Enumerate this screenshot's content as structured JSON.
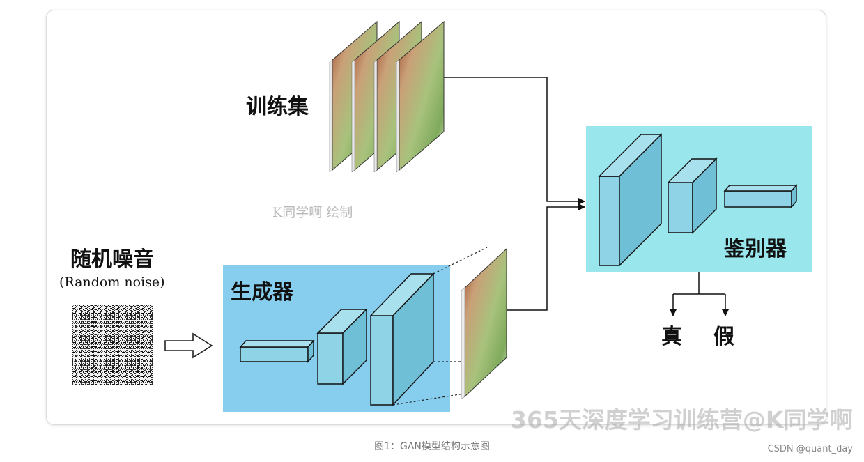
{
  "diagram": {
    "training_set_label": "训练集",
    "credit_text": "K同学啊 绘制",
    "random_noise_label": "随机噪音",
    "random_noise_sublabel": "(Random noise)",
    "generator_label": "生成器",
    "discriminator_label": "鉴别器",
    "output_real": "真",
    "output_fake": "假",
    "watermark": "365天深度学习训练营@K同学啊"
  },
  "colors": {
    "generator_fill": "#87cdee",
    "discriminator_fill": "#99e6ec",
    "block_fill": "#8fd4e6",
    "line": "#111111"
  },
  "caption": "图1：GAN模型结构示意图",
  "source_credit": "CSDN @quant_day"
}
